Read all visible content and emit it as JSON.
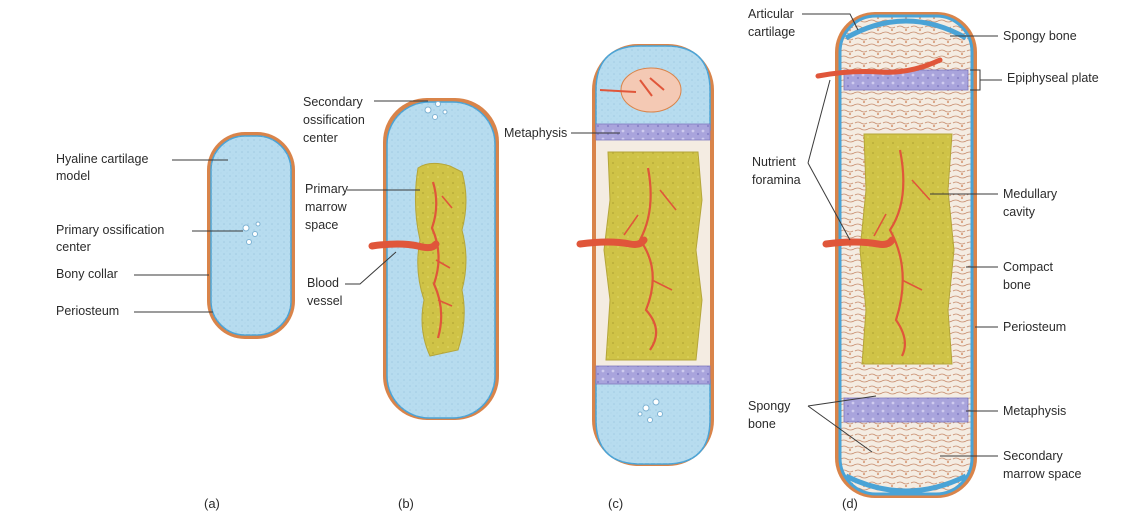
{
  "figure": {
    "panels": [
      {
        "id": "a",
        "caption": "(a)",
        "labels": {
          "hyaline_line1": "Hyaline cartilage",
          "hyaline_line2": "model",
          "primary_line1": "Primary ossification",
          "primary_line2": "center",
          "bony_collar": "Bony collar",
          "periosteum": "Periosteum"
        }
      },
      {
        "id": "b",
        "caption": "(b)",
        "labels": {
          "secondary_line1": "Secondary",
          "secondary_line2": "ossification",
          "secondary_line3": "center",
          "marrow_line1": "Primary",
          "marrow_line2": "marrow",
          "marrow_line3": "space",
          "blood_line1": "Blood",
          "blood_line2": "vessel"
        }
      },
      {
        "id": "c",
        "caption": "(c)",
        "labels": {
          "metaphysis": "Metaphysis"
        }
      },
      {
        "id": "d",
        "caption": "(d)",
        "labels": {
          "articular_line1": "Articular",
          "articular_line2": "cartilage",
          "spongy_top": "Spongy bone",
          "epiphyseal": "Epiphyseal plate",
          "nutrient_line1": "Nutrient",
          "nutrient_line2": "foramina",
          "medullary_line1": "Medullary",
          "medullary_line2": "cavity",
          "compact_line1": "Compact",
          "compact_line2": "bone",
          "periosteum": "Periosteum",
          "spongy_line1": "Spongy",
          "spongy_line2": "bone",
          "metaphysis": "Metaphysis",
          "secondary_marrow_line1": "Secondary",
          "secondary_marrow_line2": "marrow space"
        }
      }
    ],
    "colors": {
      "cartilage": "#b7dcef",
      "cartilage_edge": "#4aa3d6",
      "periosteum": "#d9844a",
      "marrow": "#d2c64a",
      "vessel": "#e0563a",
      "plate": "#a9a4dc",
      "spongy": "#f4ece2"
    }
  }
}
